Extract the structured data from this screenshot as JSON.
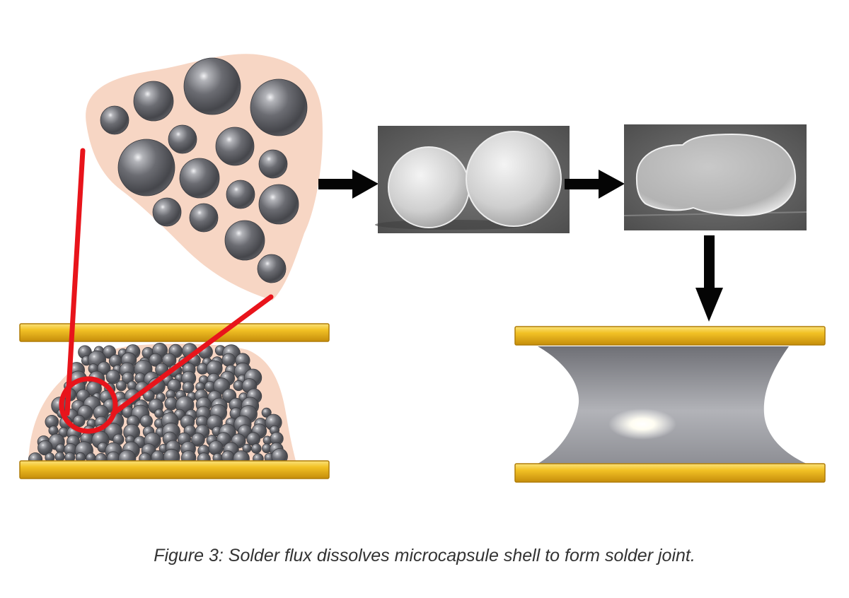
{
  "caption": "Figure 3: Solder flux dissolves microcapsule shell to form solder joint.",
  "colors": {
    "flux": "#f7d6c4",
    "pad_gold": "#f2c125",
    "pad_edge": "#b07d08",
    "sphere": "#5f6066",
    "callout": "#e8141b",
    "arrow": "#050505",
    "sem_background": "#6b6b6b",
    "joint": "#9a9ba0"
  },
  "diagram": {
    "panels": [
      "paste-magnified-view",
      "paste-between-pads",
      "sem-two-microcapsules",
      "sem-merged-solder",
      "formed-solder-joint"
    ],
    "arrows": [
      "right",
      "right",
      "down"
    ]
  }
}
